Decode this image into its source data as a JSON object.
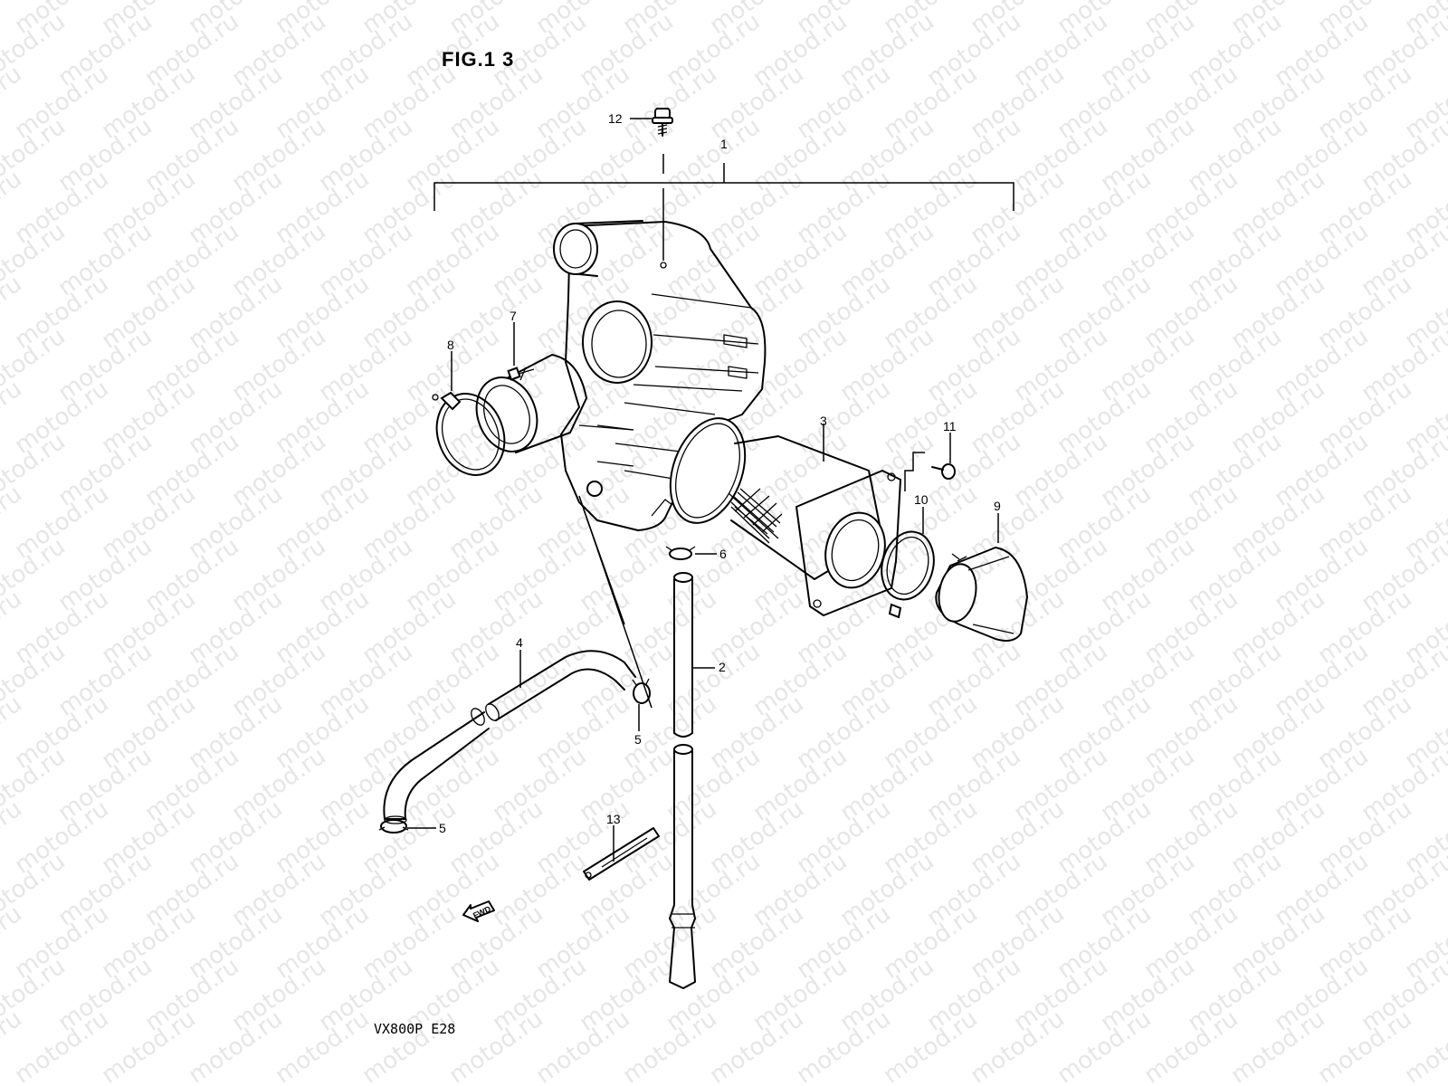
{
  "figure_title": "FIG.1 3",
  "model_code": "VX800P  E28",
  "watermark_text": "motod.ru",
  "direction_label": "FWD",
  "callouts": [
    "1",
    "2",
    "3",
    "4",
    "5",
    "5",
    "6",
    "7",
    "8",
    "9",
    "10",
    "11",
    "12",
    "13"
  ],
  "colors": {
    "line": "#000000",
    "watermark": "#e6e6e6",
    "background": "#ffffff"
  }
}
